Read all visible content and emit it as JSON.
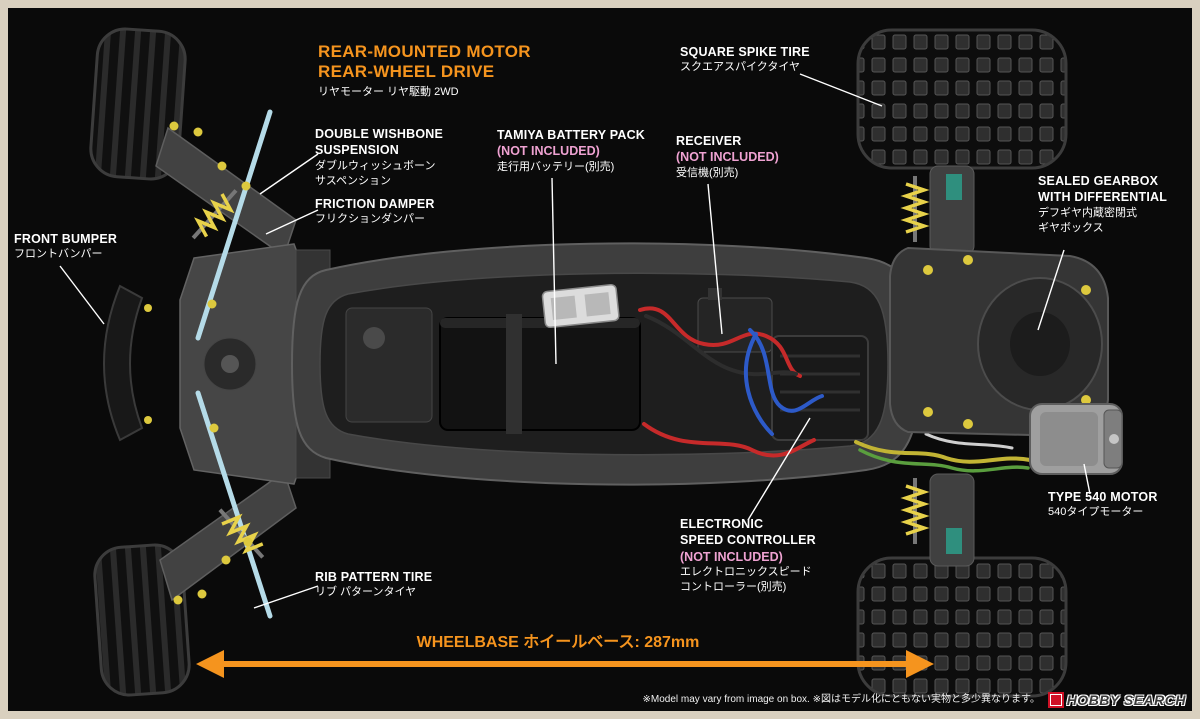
{
  "frame": {
    "border_color": "#d9d0bf",
    "background": "#0a0a0a"
  },
  "colors": {
    "accent_orange": "#f5941e",
    "not_included_pink": "#efa2d2",
    "label_white": "#ffffff",
    "spring_yellow": "#e8d24a",
    "rod_blue": "#b5dbe8"
  },
  "callouts": {
    "drive": {
      "line1": "REAR-MOUNTED MOTOR",
      "line2": "REAR-WHEEL DRIVE",
      "jp": "リヤモーター リヤ駆動 2WD"
    },
    "square_spike_tire": {
      "en": "SQUARE SPIKE TIRE",
      "jp": "スクエアスパイクタイヤ"
    },
    "double_wishbone": {
      "en1": "DOUBLE WISHBONE",
      "en2": "SUSPENSION",
      "jp1": "ダブルウィッシュボーン",
      "jp2": "サスペンション"
    },
    "friction_damper": {
      "en": "FRICTION DAMPER",
      "jp": "フリクションダンパー"
    },
    "battery": {
      "en": "TAMIYA BATTERY PACK",
      "note": "(NOT INCLUDED)",
      "jp": "走行用バッテリー(別売)"
    },
    "receiver": {
      "en": "RECEIVER",
      "note": "(NOT INCLUDED)",
      "jp": "受信機(別売)"
    },
    "front_bumper": {
      "en": "FRONT BUMPER",
      "jp": "フロントバンパー"
    },
    "gearbox": {
      "en1": "SEALED GEARBOX",
      "en2": "WITH DIFFERENTIAL",
      "jp1": "デフギヤ内蔵密閉式",
      "jp2": "ギヤボックス"
    },
    "motor": {
      "en": "TYPE 540 MOTOR",
      "jp": "540タイプモーター"
    },
    "esc": {
      "en1": "ELECTRONIC",
      "en2": "SPEED CONTROLLER",
      "note": "(NOT INCLUDED)",
      "jp1": "エレクトロニックスピード",
      "jp2": "コントローラー(別売)"
    },
    "rib_tire": {
      "en": "RIB PATTERN TIRE",
      "jp": "リブ パターンタイヤ"
    }
  },
  "wheelbase": {
    "label": "WHEELBASE ホイールベース: 287mm"
  },
  "footer": {
    "disclaimer": "※Model may vary from image on box. ※図はモデル化にともない実物と多少異なります。",
    "watermark": "HOBBY SEARCH"
  }
}
